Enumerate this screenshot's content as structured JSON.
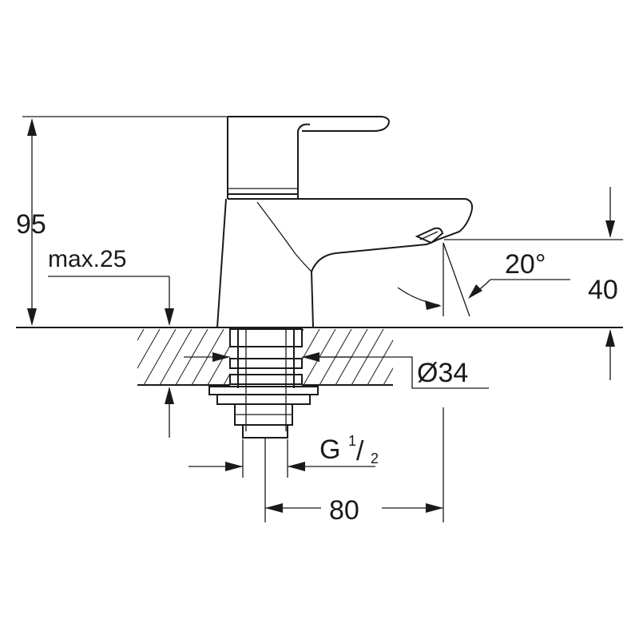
{
  "dimensions": {
    "height_total": "95",
    "max_thickness": "max.25",
    "spout_angle": "20°",
    "spout_height": "40",
    "hole_diameter": "Ø34",
    "thread_letter": "G",
    "thread_num": "1",
    "thread_den": "2",
    "projection": "80"
  },
  "colors": {
    "line": "#1a1a1a",
    "background": "#ffffff"
  }
}
